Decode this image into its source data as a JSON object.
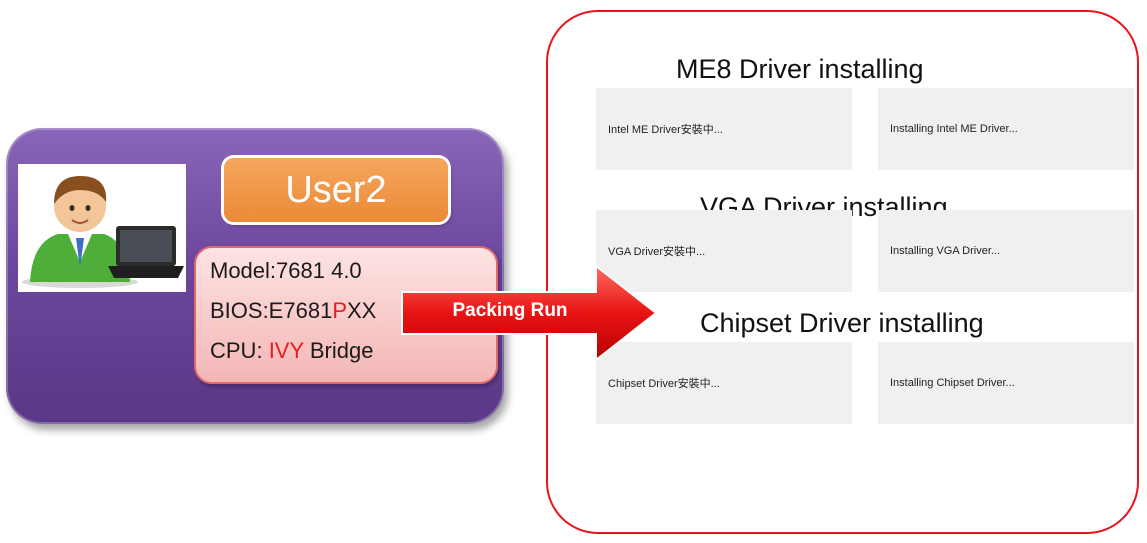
{
  "user_panel": {
    "title": "User2",
    "model_line": "Model:7681 4.0",
    "bios_prefix": "BIOS:E7681",
    "bios_highlight": "P",
    "bios_suffix": "XX",
    "cpu_prefix": "CPU: ",
    "cpu_highlight": "IVY",
    "cpu_suffix": " Bridge"
  },
  "arrow": {
    "label": "Packing Run"
  },
  "sections": [
    {
      "title": "ME8 Driver installing",
      "left_status": "Intel ME Driver安裝中...",
      "right_status": "Installing Intel ME Driver..."
    },
    {
      "title": "VGA Driver installing",
      "left_status": "VGA Driver安裝中...",
      "right_status": "Installing VGA Driver..."
    },
    {
      "title": "Chipset Driver installing",
      "left_status": "Chipset Driver安裝中...",
      "right_status": "Installing Chipset Driver..."
    }
  ],
  "colors": {
    "panel_purple": "#6d479d",
    "title_orange": "#ea8a35",
    "highlight_red": "#e02020",
    "frame_red": "#e8141c"
  },
  "icons": {
    "avatar": "user-with-laptop-icon",
    "arrow": "right-arrow-icon"
  }
}
